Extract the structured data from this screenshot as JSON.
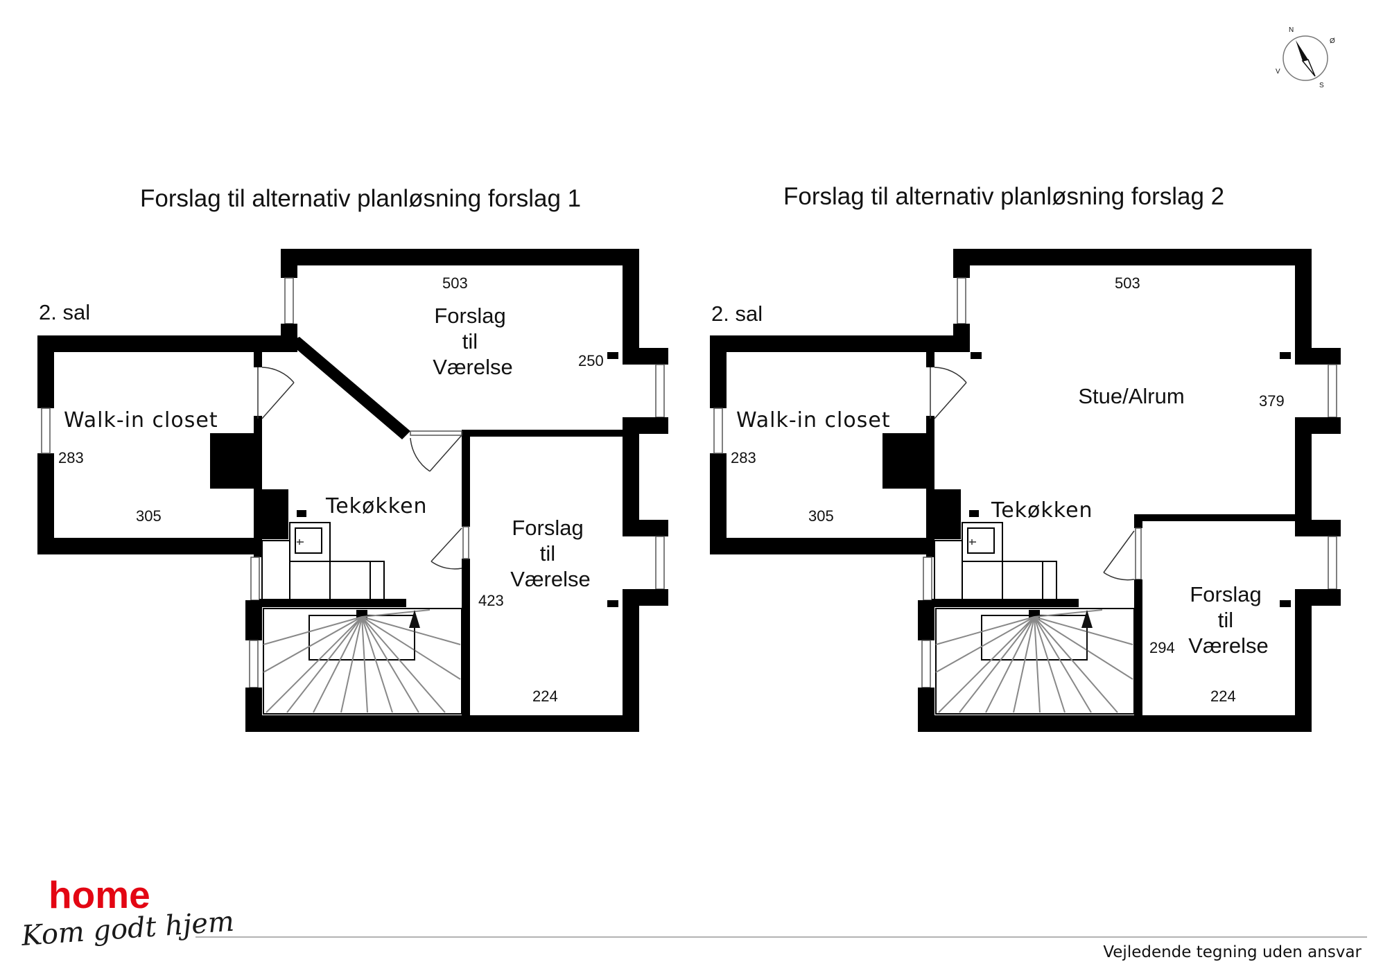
{
  "compass": {
    "north": "N",
    "east": "Ø",
    "south": "S",
    "west": "V"
  },
  "plans": [
    {
      "title": "Forslag til alternativ planløsning forslag 1",
      "floor": "2. sal",
      "rooms": {
        "walk_in": "Walk-in closet",
        "kitchen": "Tekøkken",
        "room_top": [
          "Forslag",
          "til",
          "Værelse"
        ],
        "room_right": [
          "Forslag",
          "til",
          "Værelse"
        ]
      },
      "dims": {
        "top": "503",
        "top_right": "250",
        "walk_in_height": "283",
        "walk_in_width": "305",
        "room_right_height": "423",
        "room_right_width": "224"
      }
    },
    {
      "title": "Forslag til alternativ planløsning forslag 2",
      "floor": "2. sal",
      "rooms": {
        "walk_in": "Walk-in closet",
        "kitchen": "Tekøkken",
        "living": "Stue/Alrum",
        "room_right": [
          "Forslag",
          "til",
          "Værelse"
        ]
      },
      "dims": {
        "top": "503",
        "living_height": "379",
        "walk_in_height": "283",
        "walk_in_width": "305",
        "room_right_height": "294",
        "room_right_width": "224"
      }
    }
  ],
  "logo": {
    "brand": "home",
    "tagline": "Kom godt hjem"
  },
  "colors": {
    "brand_red": "#e30613",
    "wall": "#000000"
  },
  "footer": {
    "disclaimer": "Vejledende tegning uden ansvar"
  }
}
